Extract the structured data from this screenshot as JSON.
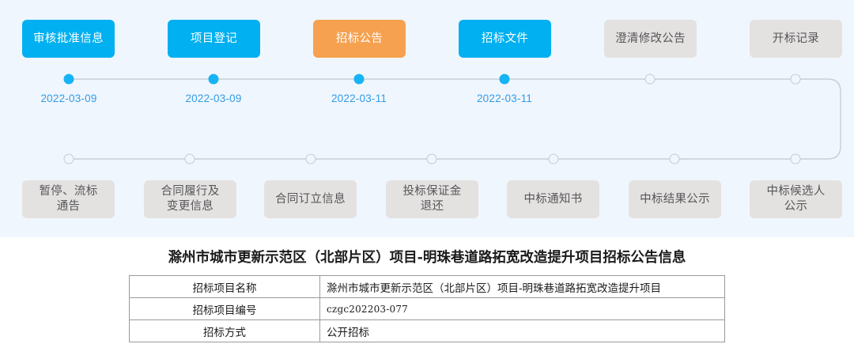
{
  "theme": {
    "panel_bg": "#f0f6fd",
    "accent_blue": "#00b0f0",
    "node_blue": "#17b4f5",
    "current_orange": "#f5a14f",
    "inactive_gray": "#e4e2e0",
    "date_blue": "#2f9ce8",
    "track_line": "#c5cbd4"
  },
  "timeline": {
    "row1": [
      {
        "label": "审核批准信息",
        "state": "done",
        "date": "2022-03-09"
      },
      {
        "label": "项目登记",
        "state": "done",
        "date": "2022-03-09"
      },
      {
        "label": "招标公告",
        "state": "current",
        "date": "2022-03-11"
      },
      {
        "label": "招标文件",
        "state": "done",
        "date": "2022-03-11"
      },
      {
        "label": "澄清修改公告",
        "state": "todo",
        "date": ""
      },
      {
        "label": "开标记录",
        "state": "todo",
        "date": ""
      }
    ],
    "row2": [
      {
        "label": "暂停、流标\n通告",
        "state": "todo",
        "date": ""
      },
      {
        "label": "合同履行及\n变更信息",
        "state": "todo",
        "date": ""
      },
      {
        "label": "合同订立信息",
        "state": "todo",
        "date": ""
      },
      {
        "label": "投标保证金\n退还",
        "state": "todo",
        "date": ""
      },
      {
        "label": "中标通知书",
        "state": "todo",
        "date": ""
      },
      {
        "label": "中标结果公示",
        "state": "todo",
        "date": ""
      },
      {
        "label": "中标候选人\n公示",
        "state": "todo",
        "date": ""
      }
    ]
  },
  "document": {
    "title": "滁州市城市更新示范区（北部片区）项目-明珠巷道路拓宽改造提升项目招标公告信息",
    "rows": [
      {
        "label": "招标项目名称",
        "value": "滁州市城市更新示范区（北部片区）项目-明珠巷道路拓宽改造提升项目",
        "mono": false
      },
      {
        "label": "招标项目编号",
        "value": "czgc202203-077",
        "mono": true
      },
      {
        "label": "招标方式",
        "value": "公开招标",
        "mono": false
      }
    ]
  }
}
